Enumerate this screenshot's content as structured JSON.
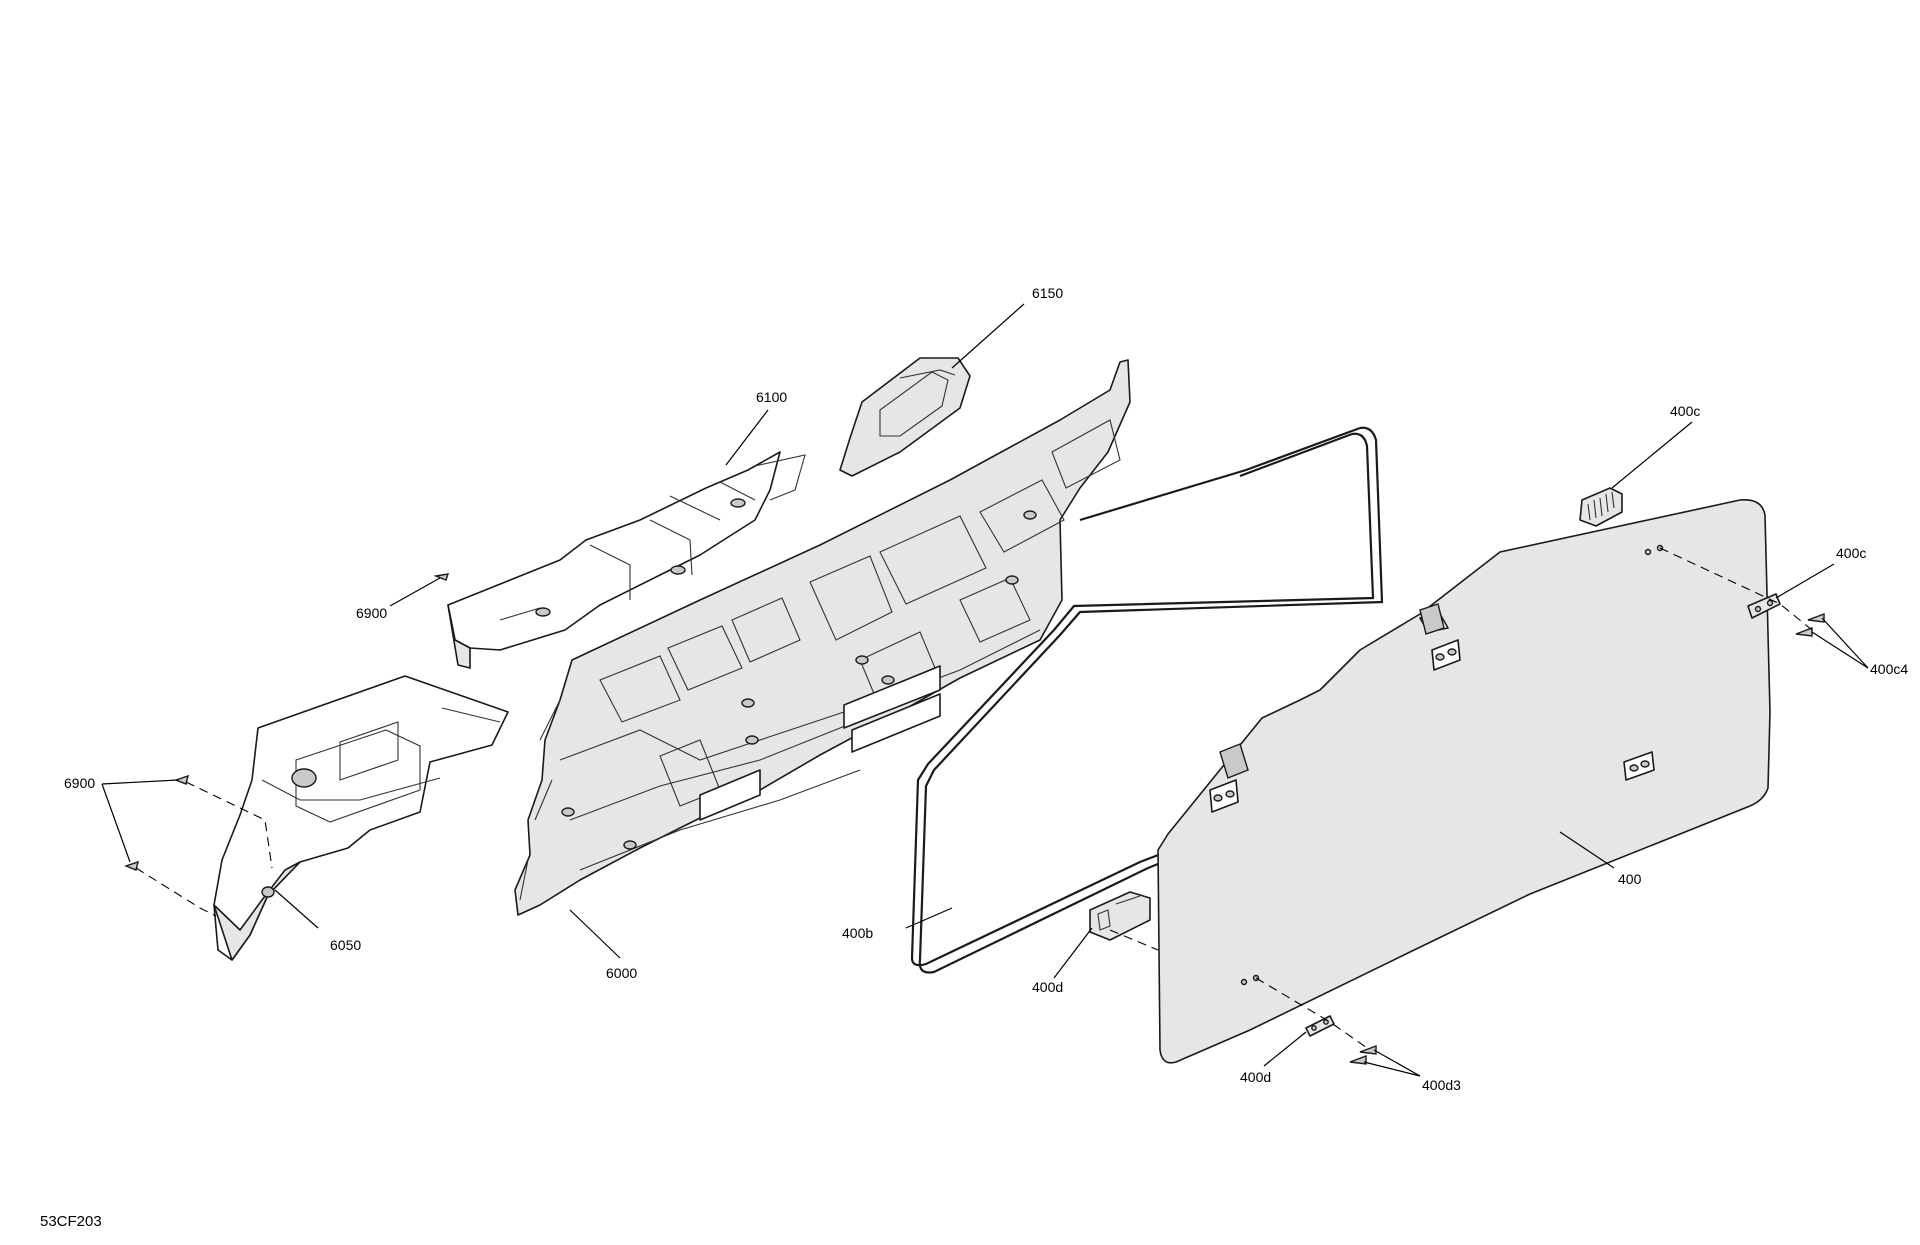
{
  "diagram": {
    "reference_code": "53CF203",
    "callouts": {
      "c6150": "6150",
      "c6100": "6100",
      "c6900_top": "6900",
      "c6900_left": "6900",
      "c6050": "6050",
      "c6000": "6000",
      "c400c_top": "400c",
      "c400c_right": "400c",
      "c400c4": "400c4",
      "c400": "400",
      "c400b": "400b",
      "c400d_upper": "400d",
      "c400d_lower": "400d",
      "c400d3": "400d3"
    }
  }
}
